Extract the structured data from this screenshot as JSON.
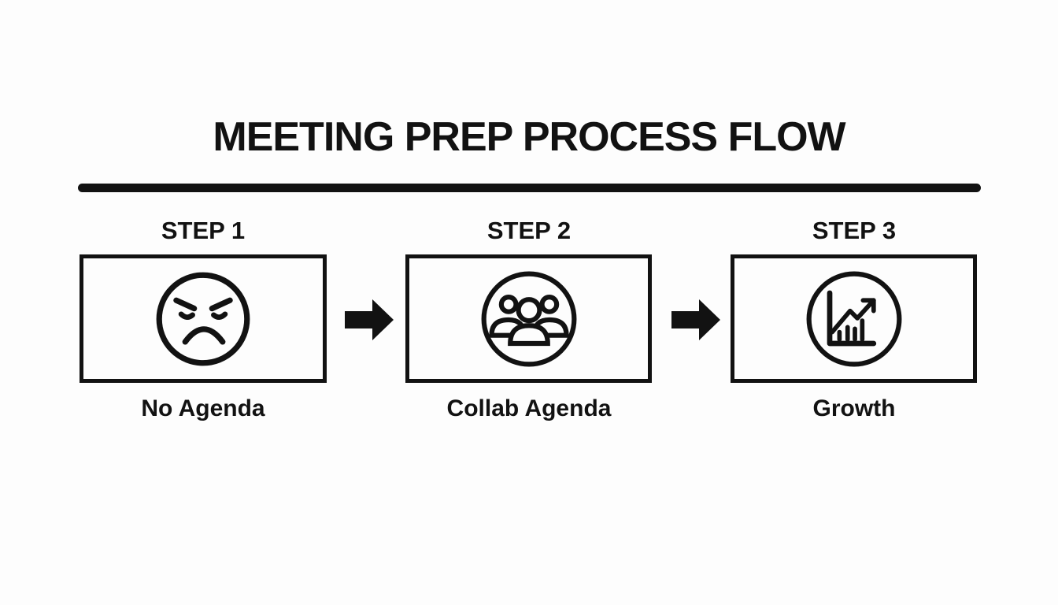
{
  "title": "MEETING PREP PROCESS FLOW",
  "steps": [
    {
      "label": "STEP 1",
      "caption": "No Agenda",
      "icon": "angry-face-icon"
    },
    {
      "label": "STEP 2",
      "caption": "Collab Agenda",
      "icon": "people-group-icon"
    },
    {
      "label": "STEP 3",
      "caption": "Growth",
      "icon": "growth-chart-icon"
    }
  ],
  "arrows": [
    {
      "icon": "arrow-right-icon"
    },
    {
      "icon": "arrow-right-icon"
    }
  ],
  "colors": {
    "ink": "#121212",
    "background": "#fdfdfd"
  }
}
